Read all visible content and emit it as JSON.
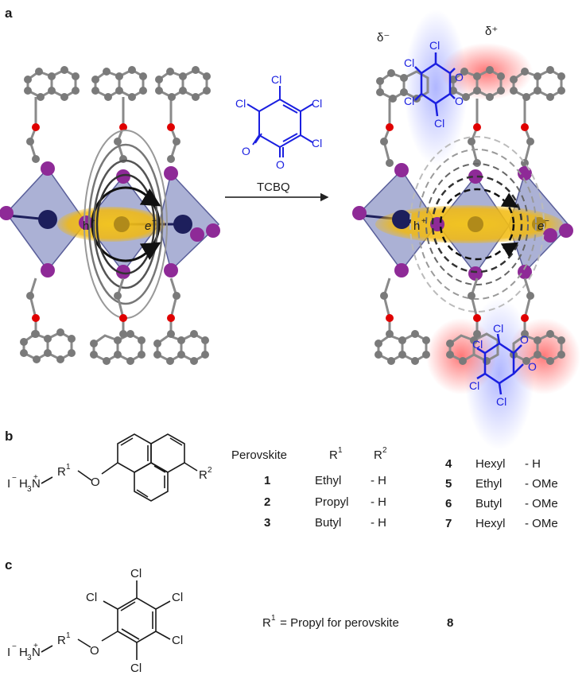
{
  "panel_a": {
    "label": "a",
    "reagent_name": "TCBQ",
    "tcbq_atoms": {
      "cl": "Cl",
      "o": "O"
    },
    "charge_left": "δ⁻",
    "charge_right": "δ⁺",
    "hole": "h",
    "hole_sup": "+",
    "electron": "e",
    "electron_sup": "−"
  },
  "panel_b": {
    "label": "b",
    "structure": {
      "counterion": "I",
      "counterion_charge": "−",
      "amine": "H",
      "amine_sub": "3",
      "n": "N",
      "n_charge": "+",
      "r": "R",
      "r_sup1": "1",
      "o": "O",
      "r_sup2": "2"
    },
    "table_headers": {
      "perovskite": "Perovskite",
      "r1": "R",
      "r1_sup": "1",
      "r2": "R",
      "r2_sup": "2"
    },
    "rows_left": [
      {
        "id": "1",
        "r1": "Ethyl",
        "r2": "- H"
      },
      {
        "id": "2",
        "r1": "Propyl",
        "r2": "- H"
      },
      {
        "id": "3",
        "r1": "Butyl",
        "r2": "- H"
      }
    ],
    "rows_right": [
      {
        "id": "4",
        "r1": "Hexyl",
        "r2": "- H"
      },
      {
        "id": "5",
        "r1": "Ethyl",
        "r2": "- OMe"
      },
      {
        "id": "6",
        "r1": "Butyl",
        "r2": "- OMe"
      },
      {
        "id": "7",
        "r1": "Hexyl",
        "r2": "- OMe"
      }
    ]
  },
  "panel_c": {
    "label": "c",
    "structure": {
      "counterion": "I",
      "counterion_charge": "−",
      "amine": "H",
      "amine_sub": "3",
      "n": "N",
      "n_charge": "+",
      "r": "R",
      "r_sup1": "1",
      "o": "O",
      "cl": "Cl"
    },
    "note_prefix": "R",
    "note_sup": "1",
    "note_text": " = Propyl for perovskite ",
    "note_id": "8"
  },
  "colors": {
    "octahedron": "#8f97c7",
    "metal": "#1d1f5c",
    "halide": "#8e2a97",
    "carbon": "#7a7a7a",
    "oxygen": "#e00000",
    "exciton": "#f2c21a",
    "tcbq": "#1a1fe0",
    "blue_glow": "#6f7bff",
    "red_glow": "#ff5a5a"
  }
}
